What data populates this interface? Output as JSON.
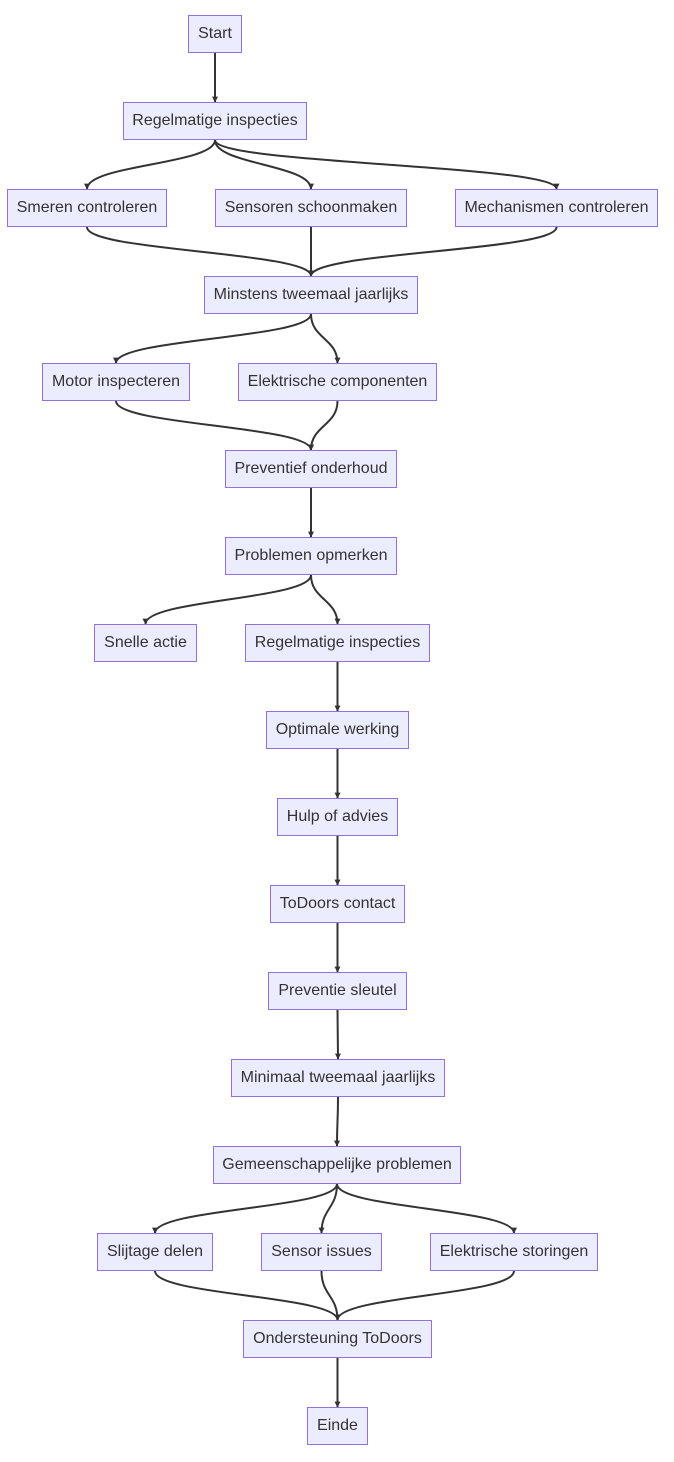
{
  "colors": {
    "node_fill": "#ececff",
    "node_border": "#9370db",
    "text": "#333333",
    "edge": "#333333",
    "background": "#ffffff"
  },
  "nodes": [
    {
      "id": "start",
      "label": "Start"
    },
    {
      "id": "inspections1",
      "label": "Regelmatige inspecties"
    },
    {
      "id": "lubricate",
      "label": "Smeren controleren"
    },
    {
      "id": "sensors_clean",
      "label": "Sensoren schoonmaken"
    },
    {
      "id": "mechanisms",
      "label": "Mechanismen controleren"
    },
    {
      "id": "twice_yearly",
      "label": "Minstens tweemaal jaarlijks"
    },
    {
      "id": "motor",
      "label": "Motor inspecteren"
    },
    {
      "id": "electrical",
      "label": "Elektrische componenten"
    },
    {
      "id": "preventive",
      "label": "Preventief onderhoud"
    },
    {
      "id": "notice",
      "label": "Problemen opmerken"
    },
    {
      "id": "quick_action",
      "label": "Snelle actie"
    },
    {
      "id": "inspections2",
      "label": "Regelmatige inspecties"
    },
    {
      "id": "optimal",
      "label": "Optimale werking"
    },
    {
      "id": "help",
      "label": "Hulp of advies"
    },
    {
      "id": "contact",
      "label": "ToDoors contact"
    },
    {
      "id": "key",
      "label": "Preventie sleutel"
    },
    {
      "id": "minimum_twice",
      "label": "Minimaal tweemaal jaarlijks"
    },
    {
      "id": "common",
      "label": "Gemeenschappelijke problemen"
    },
    {
      "id": "wear",
      "label": "Slijtage delen"
    },
    {
      "id": "sensor_issues",
      "label": "Sensor issues"
    },
    {
      "id": "elec_faults",
      "label": "Elektrische storingen"
    },
    {
      "id": "support",
      "label": "Ondersteuning ToDoors"
    },
    {
      "id": "end",
      "label": "Einde"
    }
  ],
  "edges": [
    {
      "from": "start",
      "to": "inspections1"
    },
    {
      "from": "inspections1",
      "to": "lubricate"
    },
    {
      "from": "inspections1",
      "to": "sensors_clean"
    },
    {
      "from": "inspections1",
      "to": "mechanisms"
    },
    {
      "from": "lubricate",
      "to": "twice_yearly"
    },
    {
      "from": "sensors_clean",
      "to": "twice_yearly"
    },
    {
      "from": "mechanisms",
      "to": "twice_yearly"
    },
    {
      "from": "twice_yearly",
      "to": "motor"
    },
    {
      "from": "twice_yearly",
      "to": "electrical"
    },
    {
      "from": "motor",
      "to": "preventive"
    },
    {
      "from": "electrical",
      "to": "preventive"
    },
    {
      "from": "preventive",
      "to": "notice"
    },
    {
      "from": "notice",
      "to": "quick_action"
    },
    {
      "from": "notice",
      "to": "inspections2"
    },
    {
      "from": "inspections2",
      "to": "optimal"
    },
    {
      "from": "optimal",
      "to": "help"
    },
    {
      "from": "help",
      "to": "contact"
    },
    {
      "from": "contact",
      "to": "key"
    },
    {
      "from": "key",
      "to": "minimum_twice"
    },
    {
      "from": "minimum_twice",
      "to": "common"
    },
    {
      "from": "common",
      "to": "wear"
    },
    {
      "from": "common",
      "to": "sensor_issues"
    },
    {
      "from": "common",
      "to": "elec_faults"
    },
    {
      "from": "wear",
      "to": "support"
    },
    {
      "from": "sensor_issues",
      "to": "support"
    },
    {
      "from": "elec_faults",
      "to": "support"
    },
    {
      "from": "support",
      "to": "end"
    }
  ]
}
